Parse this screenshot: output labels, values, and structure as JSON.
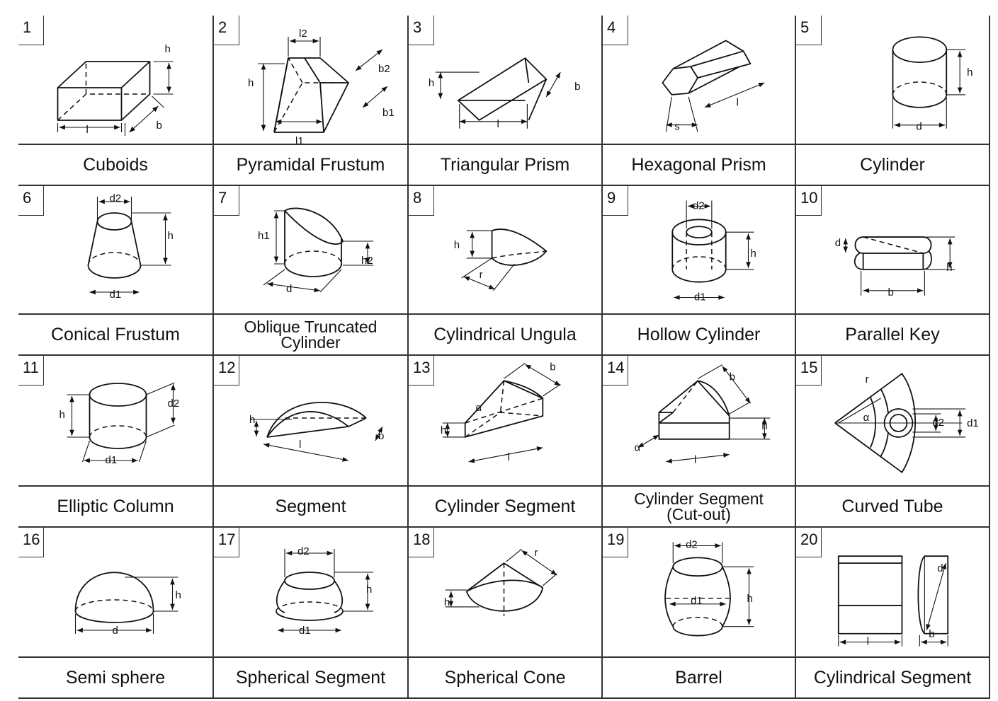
{
  "shapes": [
    {
      "number": "1",
      "name": "Cuboids",
      "dims": [
        "h",
        "b",
        "l"
      ]
    },
    {
      "number": "2",
      "name": "Pyramidal Frustum",
      "dims": [
        "l2",
        "b2",
        "h",
        "b1",
        "l1"
      ]
    },
    {
      "number": "3",
      "name": "Triangular Prism",
      "dims": [
        "h",
        "b",
        "l"
      ]
    },
    {
      "number": "4",
      "name": "Hexagonal Prism",
      "dims": [
        "l",
        "s"
      ]
    },
    {
      "number": "5",
      "name": "Cylinder",
      "dims": [
        "h",
        "d"
      ]
    },
    {
      "number": "6",
      "name": "Conical Frustum",
      "dims": [
        "d2",
        "h",
        "d1"
      ]
    },
    {
      "number": "7",
      "name": "Oblique Truncated\nCylinder",
      "dims": [
        "h1",
        "h2",
        "d"
      ]
    },
    {
      "number": "8",
      "name": "Cylindrical Ungula",
      "dims": [
        "h",
        "r"
      ]
    },
    {
      "number": "9",
      "name": "Hollow Cylinder",
      "dims": [
        "d2",
        "h",
        "d1"
      ]
    },
    {
      "number": "10",
      "name": "Parallel Key",
      "dims": [
        "d",
        "h",
        "b"
      ]
    },
    {
      "number": "11",
      "name": "Elliptic Column",
      "dims": [
        "h",
        "d2",
        "d1"
      ]
    },
    {
      "number": "12",
      "name": "Segment",
      "dims": [
        "h",
        "b",
        "l"
      ]
    },
    {
      "number": "13",
      "name": "Cylinder Segment",
      "dims": [
        "b",
        "α",
        "h",
        "l"
      ]
    },
    {
      "number": "14",
      "name": "Cylinder Segment\n(Cut-out)",
      "dims": [
        "b",
        "h",
        "α",
        "l"
      ]
    },
    {
      "number": "15",
      "name": "Curved Tube",
      "dims": [
        "r",
        "α",
        "d2",
        "d1"
      ]
    },
    {
      "number": "16",
      "name": "Semi sphere",
      "dims": [
        "h",
        "d"
      ]
    },
    {
      "number": "17",
      "name": "Spherical Segment",
      "dims": [
        "d2",
        "h",
        "d1"
      ]
    },
    {
      "number": "18",
      "name": "Spherical Cone",
      "dims": [
        "r",
        "h"
      ]
    },
    {
      "number": "19",
      "name": "Barrel",
      "dims": [
        "d2",
        "h",
        "d1"
      ]
    },
    {
      "number": "20",
      "name": "Cylindrical Segment",
      "dims": [
        "d",
        "l",
        "b"
      ]
    }
  ]
}
